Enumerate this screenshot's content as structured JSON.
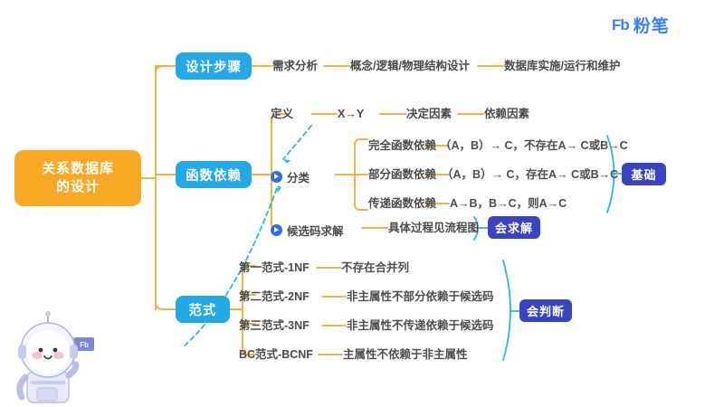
{
  "logo": {
    "mark": "Fb",
    "name": "粉笔"
  },
  "root": {
    "label": "关系数据库\n的设计",
    "line1": "关系数据库",
    "line2": "的设计",
    "color": "#F7A824"
  },
  "branches": {
    "steps": {
      "label": "设计步骤",
      "color": "#23A8E8"
    },
    "fd": {
      "label": "函数依赖",
      "color": "#23A8E8"
    },
    "nf": {
      "label": "范式",
      "color": "#23A8E8"
    }
  },
  "steps_chain": [
    "需求分析",
    "概念/逻辑/物理结构设计",
    "数据库实施/运行和维护"
  ],
  "definition_chain": [
    "定义",
    "X→Y",
    "决定因素",
    "依赖因素"
  ],
  "classification": {
    "label": "分类",
    "icon": "pin-play-icon",
    "rows": [
      {
        "name": "完全函数依赖",
        "desc": "（A，B）→ C，不存在A→ C或B→C"
      },
      {
        "name": "部分函数依赖",
        "desc": "（A，B）→ C，存在A→ C或B→C"
      },
      {
        "name": "传递函数依赖",
        "desc": "A→B，B→C，则A→C"
      }
    ],
    "badge": "基础"
  },
  "candidate_key": {
    "label": "候选码求解",
    "icon": "pin-play-icon",
    "desc": "具体过程见流程图",
    "badge": "会求解"
  },
  "normal_forms": {
    "rows": [
      {
        "name": "第一范式-1NF",
        "desc": "不存在合并列"
      },
      {
        "name": "第二范式-2NF",
        "desc": "非主属性不部分依赖于候选码"
      },
      {
        "name": "第三范式-3NF",
        "desc": "非主属性不传递依赖于候选码"
      },
      {
        "name": "BC范式-BCNF",
        "desc": "主属性不依赖于非主属性"
      }
    ],
    "badge": "会判断"
  },
  "mascot": {
    "name": "astronaut-mascot",
    "flag_text": "Fb"
  },
  "colors": {
    "root": "#F7A824",
    "branch": "#23A8E8",
    "badge": "#3B44C0",
    "connector": "#F5B23F",
    "accent_cyan": "#29B6E8",
    "text": "#4a4a4a"
  }
}
